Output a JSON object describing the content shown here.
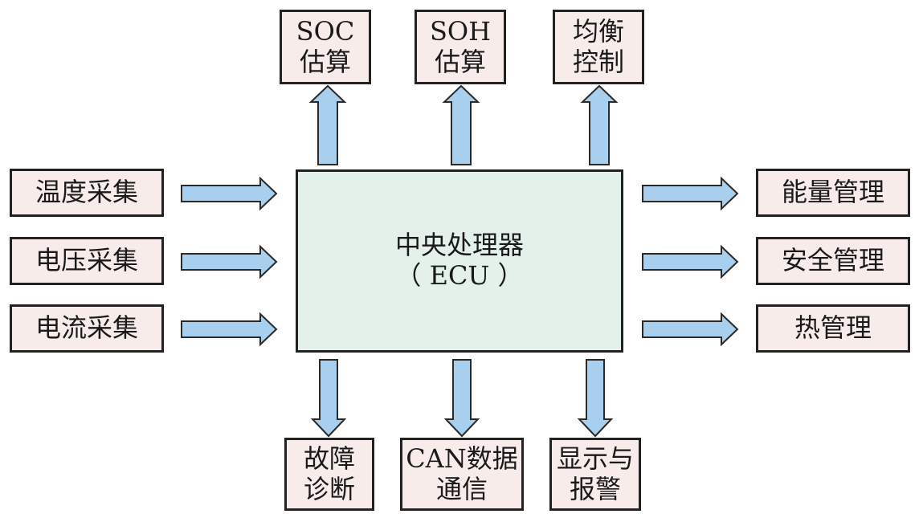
{
  "diagram": {
    "center": {
      "line1": "中央处理器",
      "line2": "（ ECU ）"
    },
    "top": [
      {
        "line1": "SOC",
        "line2": "估算"
      },
      {
        "line1": "SOH",
        "line2": "估算"
      },
      {
        "line1": "均衡",
        "line2": "控制"
      }
    ],
    "left": [
      {
        "label": "温度采集"
      },
      {
        "label": "电压采集"
      },
      {
        "label": "电流采集"
      }
    ],
    "right": [
      {
        "label": "能量管理"
      },
      {
        "label": "安全管理"
      },
      {
        "label": "热管理"
      }
    ],
    "bottom": [
      {
        "line1": "故障",
        "line2": "诊断"
      },
      {
        "line1": "CAN数据",
        "line2": "通信"
      },
      {
        "line1": "显示与",
        "line2": "报警"
      }
    ],
    "colors": {
      "center_fill": "#e4f0ea",
      "box_fill": "#f8ecea",
      "arrow_fill": "#a9cfee",
      "border": "#222222"
    }
  }
}
